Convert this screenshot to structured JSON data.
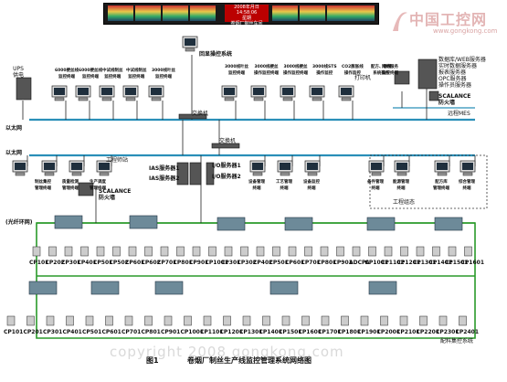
{
  "video_wall_label": "2008年月日 14:58:06\n星期\n卷烟厂制丝车间",
  "logo": {
    "text": "中国工控网",
    "url": "www.gongkong.com"
  },
  "copyright": "copyright 2008 gongkong.com",
  "figure": {
    "label": "图1",
    "title": "卷烟厂制丝生产线监控管理系统网络图"
  },
  "top_labels": {
    "display": "回显操控系统",
    "ups": "UPS\n供电",
    "net1": "以太网",
    "net2": "以太网",
    "switch1": "交换机",
    "switch2": "交换机",
    "printer": "打印机",
    "server": "数据库/WEB服务器\n实时数据服务器\n报表服务器\nOPC服务器\n操作员服务器",
    "scalance1": "SCALANCE\n防火墙",
    "remote": "远程MES",
    "ias1": "IAS服务器1",
    "ias2": "IAS服务器2",
    "io1": "I/O服务器1",
    "io2": "I/O服务器2",
    "scalance2": "SCALANCE\n防火墙",
    "engineer": "工程师站",
    "fiber": "(光纤环网)",
    "engineering_config": "工程组态"
  },
  "stations_top": [
    "6000梗丝线\n监控终端",
    "6000梗丝线\n监控终端",
    "中试线制丝\n监控终端",
    "中试线制丝\n监控终端",
    "3000线叶丝\n监控终端",
    "3000线叶丝\n监控终端",
    "3000线梗丝\n操作监控终端",
    "3000线梗丝\n操作监控终端",
    "3000线STS\n操作监控",
    "CO2膨胀线\n操作监控",
    "配方、香精\n系统操作",
    "网络服务\n监控终端"
  ],
  "stations_mid": [
    "制丝集控\n管理终端",
    "质量检测\n管理终端",
    "生产调度\n管理终端",
    "设备管理\n终端",
    "工艺管理\n终端",
    "设备监控\n终端",
    "备件管理\n终端",
    "能源管理\n终端",
    "配方库\n管理终端",
    "综合管理\n终端"
  ],
  "plc_row1": [
    "CP101",
    "CP202",
    "CP301",
    "CP401",
    "CP501",
    "CP502",
    "CP601",
    "CP602",
    "CP701",
    "CP801",
    "CP901",
    "CP1001",
    "CP301",
    "CP302",
    "CP402",
    "CP501",
    "CP601",
    "CP701",
    "CP801",
    "CP901",
    "ADCPA",
    "CP1001",
    "CP1102",
    "CP1201",
    "CP1301",
    "CP1402",
    "CP1501",
    "CP1601"
  ],
  "plc_row2": [
    "CP101",
    "CP201",
    "CP301",
    "CP401",
    "CP501",
    "CP601",
    "CP701",
    "CP801",
    "CP901",
    "CP1001",
    "CP1101",
    "CP1201",
    "CP1301",
    "CP1401",
    "CP1501",
    "CP1601",
    "CP1701",
    "CP1801",
    "CP1901",
    "CP2001",
    "CP2101",
    "CP2201",
    "CP2301",
    "CP2401"
  ],
  "bottom_note": "配料集控系统"
}
